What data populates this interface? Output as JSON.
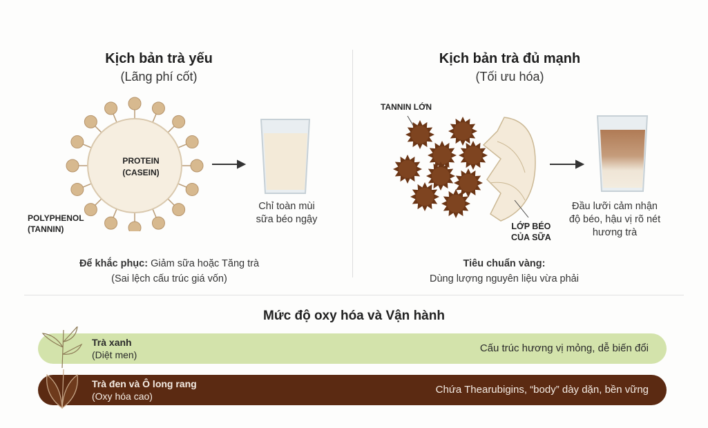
{
  "left": {
    "title": "Kịch bản trà yếu",
    "subtitle": "(Lãng phí cốt)",
    "protein_label_1": "PROTEIN",
    "protein_label_2": "(CASEIN)",
    "polyphenol_label_1": "POLYPHENOL",
    "polyphenol_label_2": "(TANNIN)",
    "result_1": "Chỉ toàn mùi",
    "result_2": "sữa béo ngậy",
    "fix_bold": "Để khắc phục:",
    "fix_text": " Giảm sữa hoặc Tăng trà",
    "fix_note": "(Sai lệch cấu trúc giá vốn)"
  },
  "right": {
    "title": "Kịch bản trà đủ mạnh",
    "subtitle": "(Tối ưu hóa)",
    "tannin_label": "TANNIN LỚN",
    "fat_label_1": "LỚP BÉO",
    "fat_label_2": "CỦA SỮA",
    "result_1": "Đầu lưỡi cảm nhận",
    "result_2": "độ béo, hậu vị rõ nét",
    "result_3": "hương trà",
    "standard_bold": "Tiêu chuẩn vàng:",
    "standard_text": "Dùng lượng nguyên liệu vừa phải"
  },
  "oxidation": {
    "heading": "Mức độ oxy hóa và Vận hành",
    "rows": [
      {
        "name": "Trà xanh",
        "note": "(Diệt men)",
        "desc": "Cấu trúc hương vị mỏng, dễ biến đổi",
        "color": "#d3e3ab"
      },
      {
        "name": "Trà đen và Ô long rang",
        "note": "(Oxy hóa cao)",
        "desc": "Chứa Thearubigins, “body” dày dặn, bền vững",
        "color": "#5b2a12"
      }
    ]
  }
}
